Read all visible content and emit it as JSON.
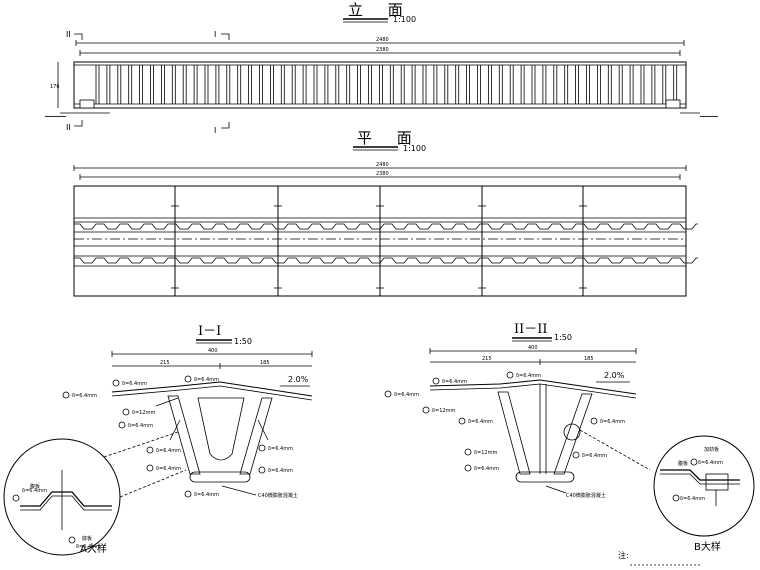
{
  "elevation": {
    "title": "立 面",
    "scale": "1:100",
    "dim_total": "2480",
    "dim_inner": "2380",
    "dim_height": "176",
    "sec1": "I",
    "sec2": "II"
  },
  "plan": {
    "title": "平 面",
    "scale": "1:100",
    "dim_total": "2480",
    "dim_inner": "2380"
  },
  "section1": {
    "title": "I－I",
    "scale": "1:50",
    "dim_total": "400",
    "dim_left": "215",
    "dim_right": "185",
    "slope": "2.0%",
    "concrete": "C40微膨胀混凝土",
    "labels": [
      "δ=6.4mm",
      "δ=6.4mm",
      "δ=12mm",
      "δ=6.4mm",
      "δ=6.4mm",
      "δ=6.4mm",
      "δ=6.4mm",
      "δ=6.4mm",
      "δ=6.4mm",
      "δ=6.4mm"
    ]
  },
  "section2": {
    "title": "II－II",
    "scale": "1:50",
    "dim_total": "400",
    "dim_left": "215",
    "dim_right": "185",
    "slope": "2.0%",
    "concrete": "C40微膨胀混凝土",
    "labels": [
      "δ=6.4mm",
      "δ=6.4mm",
      "δ=12mm",
      "δ=6.4mm",
      "δ=6.4mm",
      "δ=12mm",
      "δ=6.4mm",
      "δ=6.4mm",
      "δ=6.4mm"
    ]
  },
  "detailA": {
    "title": "A大样",
    "plate": "腹板",
    "bottom": "底板",
    "thick1": "δ=6.4mm",
    "thick2": "δ=6.4mm"
  },
  "detailB": {
    "title": "B大样",
    "plate": "腹板",
    "stiff": "加劲板",
    "thick1": "δ=6.4mm",
    "thick2": "δ=6.4mm"
  },
  "note": {
    "title": "注:"
  }
}
